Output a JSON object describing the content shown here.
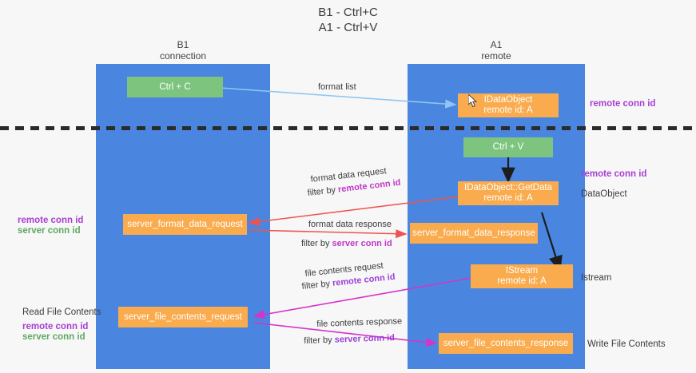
{
  "title": {
    "line1": "B1 - Ctrl+C",
    "line2": "A1 - Ctrl+V"
  },
  "columns": [
    {
      "name": "B1",
      "sub": "connection"
    },
    {
      "name": "A1",
      "sub": "remote"
    }
  ],
  "boxes": {
    "ctrl_c": {
      "label": "Ctrl + C"
    },
    "ctrl_v": {
      "label": "Ctrl + V"
    },
    "idataobject": {
      "line1": "IDataObject",
      "line2": "remote id: A"
    },
    "idataobject_getdata": {
      "line1": "IDataObject::GetData",
      "line2": "remote id: A"
    },
    "istream": {
      "line1": "IStream",
      "line2": "remote id: A"
    },
    "server_format_data_request": {
      "label": "server_format_data_request"
    },
    "server_format_data_response": {
      "label": "server_format_data_response"
    },
    "server_file_contents_request": {
      "label": "server_file_contents_request"
    },
    "server_file_contents_response": {
      "label": "server_file_contents_response"
    }
  },
  "edge_labels": {
    "format_list": "format list",
    "format_data_request": "format data request",
    "format_data_request_filter_prefix": "filter by ",
    "format_data_request_filter_key": "remote conn id",
    "format_data_response": "format data response",
    "format_data_response_filter_prefix": "filter by ",
    "format_data_response_filter_key": "server conn id",
    "file_contents_request": "file contents request",
    "file_contents_request_filter_prefix": "filter by ",
    "file_contents_request_filter_key": "remote conn id",
    "file_contents_response": "file contents response",
    "file_contents_response_filter_prefix": "filter by ",
    "file_contents_response_filter_key": "server conn id"
  },
  "right_notes": {
    "remote_conn_id_top": "remote conn id",
    "remote_conn_id_mid": "remote conn id",
    "dataobject": "DataObject",
    "istream": "Istream",
    "write_file_contents": "Write File Contents"
  },
  "left_notes": {
    "remote_conn_id": "remote conn id",
    "server_conn_id": "server conn id",
    "read_file_contents": "Read File Contents",
    "remote_conn_id_2": "remote conn id",
    "server_conn_id_2": "server conn id"
  },
  "colors": {
    "lane": "#4a86e0",
    "green_box": "#7dc47e",
    "orange_box": "#f9ab4e",
    "purple": "#a83fd0",
    "green_text": "#5fa862",
    "red_arrow": "#ef5350",
    "magenta_arrow": "#d534c9",
    "blue_arrow": "#8ec6f0",
    "black_arrow": "#1d1d1d"
  }
}
